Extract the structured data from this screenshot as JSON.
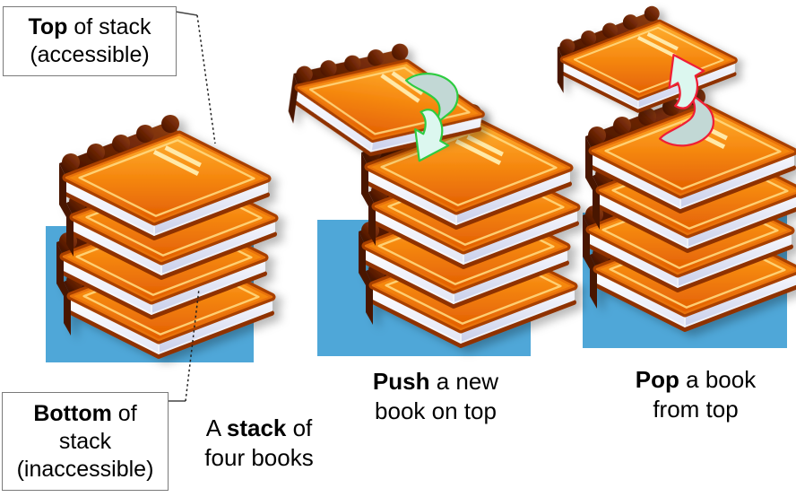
{
  "annotations": {
    "top_label": {
      "line1_bold": "Top",
      "line1_rest": " of stack",
      "line2": "(accessible)"
    },
    "bottom_label": {
      "line1_bold": "Bottom",
      "line1_rest": " of",
      "line2": "stack",
      "line3": "(inaccessible)"
    }
  },
  "captions": {
    "stack": {
      "pre": "A ",
      "bold": "stack",
      "post": " of",
      "line2": "four books"
    },
    "push": {
      "bold": "Push",
      "rest": " a new",
      "line2": "book on top"
    },
    "pop": {
      "bold": "Pop",
      "rest": " a book",
      "line2": "from top"
    }
  },
  "panels": [
    {
      "name": "stack-of-four-books",
      "books_in_stack": 4
    },
    {
      "name": "push-operation",
      "books_in_stack": 4,
      "books_in_motion": 1
    },
    {
      "name": "pop-operation",
      "books_in_stack": 4,
      "books_in_motion": 1
    }
  ],
  "icons": {
    "book": "book-icon",
    "push_arrow": "curved-arrow-down-icon",
    "pop_arrow": "curved-arrow-up-icon",
    "platform": "blue-platform-square"
  },
  "colors": {
    "background": "#FFFFFF",
    "text": "#000000",
    "label_box_border": "#7A7A7A",
    "platform_blue": "#4FA7D8",
    "book_cover_light": "#FFB637",
    "book_cover_dark": "#E05800",
    "book_rim": "#A84000",
    "book_spine_dark": "#401002",
    "book_pages": "#FFFFFF",
    "push_arrow_outline": "#2ECC40",
    "pop_arrow_outline": "#F01E35",
    "arrow_fill_light": "#DCF7EF",
    "arrow_fill_shaded": "#C2D8D5",
    "connector_line": "#444444"
  }
}
